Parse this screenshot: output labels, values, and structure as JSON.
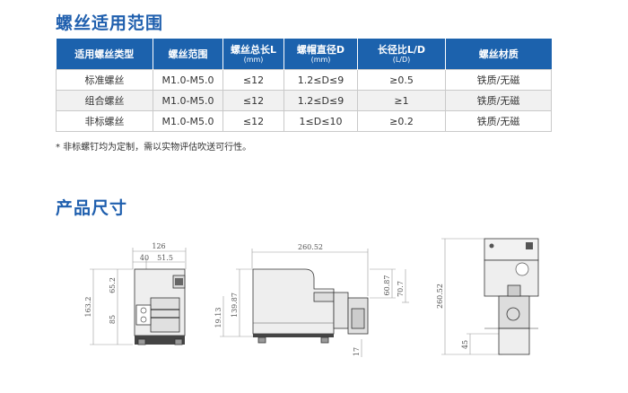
{
  "spec_section": {
    "title": "螺丝适用范围",
    "headers": [
      {
        "label": "适用螺丝类型",
        "unit": ""
      },
      {
        "label": "螺丝范围",
        "unit": ""
      },
      {
        "label": "螺丝总长L",
        "unit": "(mm)"
      },
      {
        "label": "螺帽直径D",
        "unit": "(mm)"
      },
      {
        "label": "长径比L/D",
        "unit": "(L/D)"
      },
      {
        "label": "螺丝材质",
        "unit": ""
      }
    ],
    "rows": [
      [
        "标准螺丝",
        "M1.0-M5.0",
        "≤12",
        "1.2≤D≤9",
        "≥0.5",
        "铁质/无磁"
      ],
      [
        "组合螺丝",
        "M1.0-M5.0",
        "≤12",
        "1.2≤D≤9",
        "≥1",
        "铁质/无磁"
      ],
      [
        "非标螺丝",
        "M1.0-M5.0",
        "≤12",
        "1≤D≤10",
        "≥0.2",
        "铁质/无磁"
      ]
    ],
    "footnote": "* 非标螺钉均为定制，需以实物评估吹送可行性。",
    "colors": {
      "header_bg": "#1c62ad",
      "title": "#1f5fae"
    }
  },
  "dimensions_section": {
    "title": "产品尺寸",
    "front_view": {
      "width_total": "126",
      "dim_40": "40",
      "dim_51_5": "51.5",
      "height_total": "163.2",
      "dim_65_2": "65.2",
      "dim_85": "85"
    },
    "side_view": {
      "length_total": "260.52",
      "dim_19_13": "19.13",
      "dim_139_87": "139.87",
      "dim_60_87": "60.87",
      "dim_70_7": "70.7",
      "dim_17": "17"
    },
    "back_view": {
      "height_total": "260.52",
      "dim_45": "45"
    }
  }
}
